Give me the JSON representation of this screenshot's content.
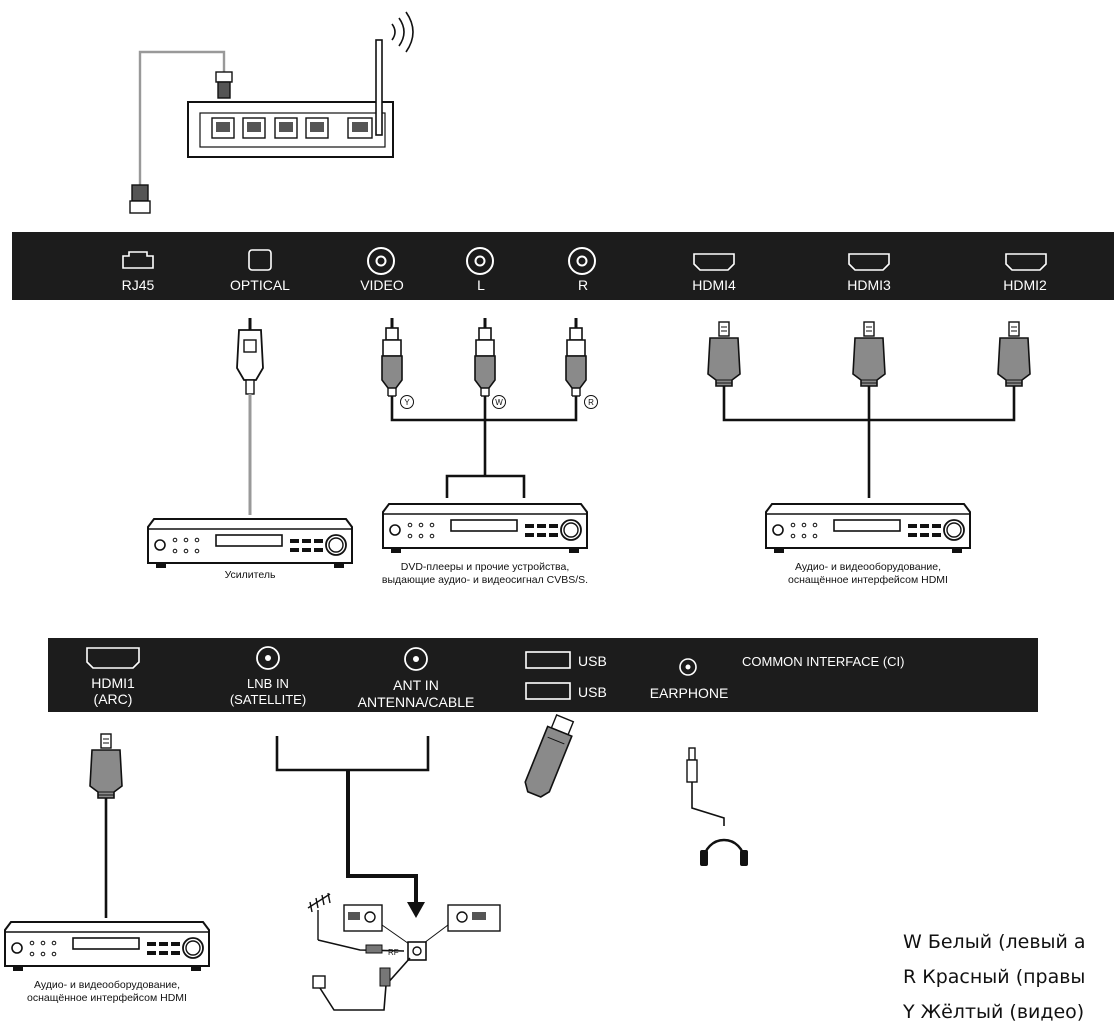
{
  "panel_top": {
    "rj45": "RJ45",
    "optical": "OPTICAL",
    "video": "VIDEO",
    "l": "L",
    "r": "R",
    "hdmi4": "HDMI4",
    "hdmi3": "HDMI3",
    "hdmi2": "HDMI2"
  },
  "panel_bottom": {
    "hdmi1_line1": "HDMI1",
    "hdmi1_line2": "(ARC)",
    "lnb_line1": "LNB IN",
    "lnb_line2": "(SATELLITE)",
    "ant_line1": "ANT IN",
    "ant_line2": "ANTENNA/CABLE",
    "usb1": "USB",
    "usb2": "USB",
    "earphone": "EARPHONE",
    "ci": "COMMON  INTERFACE (CI)"
  },
  "rca_marks": {
    "y": "Y",
    "w": "W",
    "r": "R"
  },
  "captions": {
    "amplifier": "Усилитель",
    "dvd_line1": "DVD-плееры и прочие устройства,",
    "dvd_line2": "выдающие аудио- и видеосигнал CVBS/S.",
    "hdmi_top_line1": "Аудио- и видеооборудование,",
    "hdmi_top_line2": "оснащённое интерфейсом HDMI",
    "hdmi_bottom_line1": "Аудио- и видеооборудование,",
    "hdmi_bottom_line2": "оснащённое интерфейсом HDMI"
  },
  "antenna_diagram": {
    "rf_label": "RF"
  },
  "legend": {
    "w": "W Белый (левый а",
    "r": "R Красный (правы",
    "y": "Y Жёлтый (видео)"
  },
  "colors": {
    "panel": "#1c1c1c",
    "device_grey": "#8a8a8a",
    "line": "#222222"
  }
}
